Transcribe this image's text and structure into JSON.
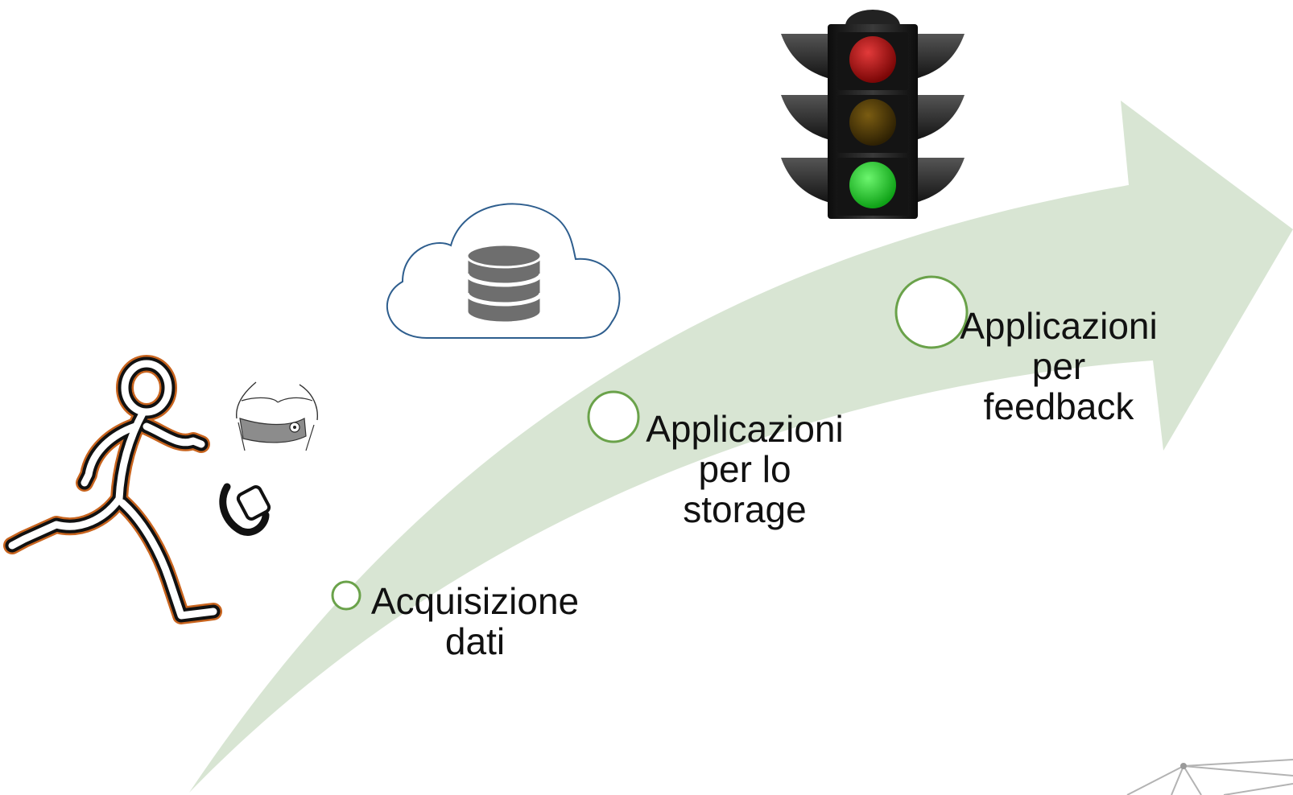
{
  "steps": [
    {
      "name": "acquisition",
      "lines": [
        "Acquisizione",
        "dati"
      ]
    },
    {
      "name": "storage",
      "lines": [
        "Applicazioni",
        "per lo",
        "storage"
      ]
    },
    {
      "name": "feedback",
      "lines": [
        "Applicazioni",
        "per",
        "feedback"
      ]
    }
  ],
  "icons": {
    "runner": "runner-icon",
    "chest_strap": "heart-rate-chest-strap-icon",
    "wrist_device": "wrist-sensor-icon",
    "cloud_database": "cloud-database-icon",
    "traffic_light": "traffic-light-icon",
    "network": "network-mesh-icon"
  },
  "colors": {
    "arrow_fill": "#d8e5d3",
    "node_stroke": "#6aa24a",
    "cloud_stroke": "#2e5e8e",
    "database_fill": "#6e6e6e",
    "runner_glow": "#c8641e",
    "light_red": "#b40f0f",
    "light_amber": "#5a4406",
    "light_green": "#25d02a"
  }
}
